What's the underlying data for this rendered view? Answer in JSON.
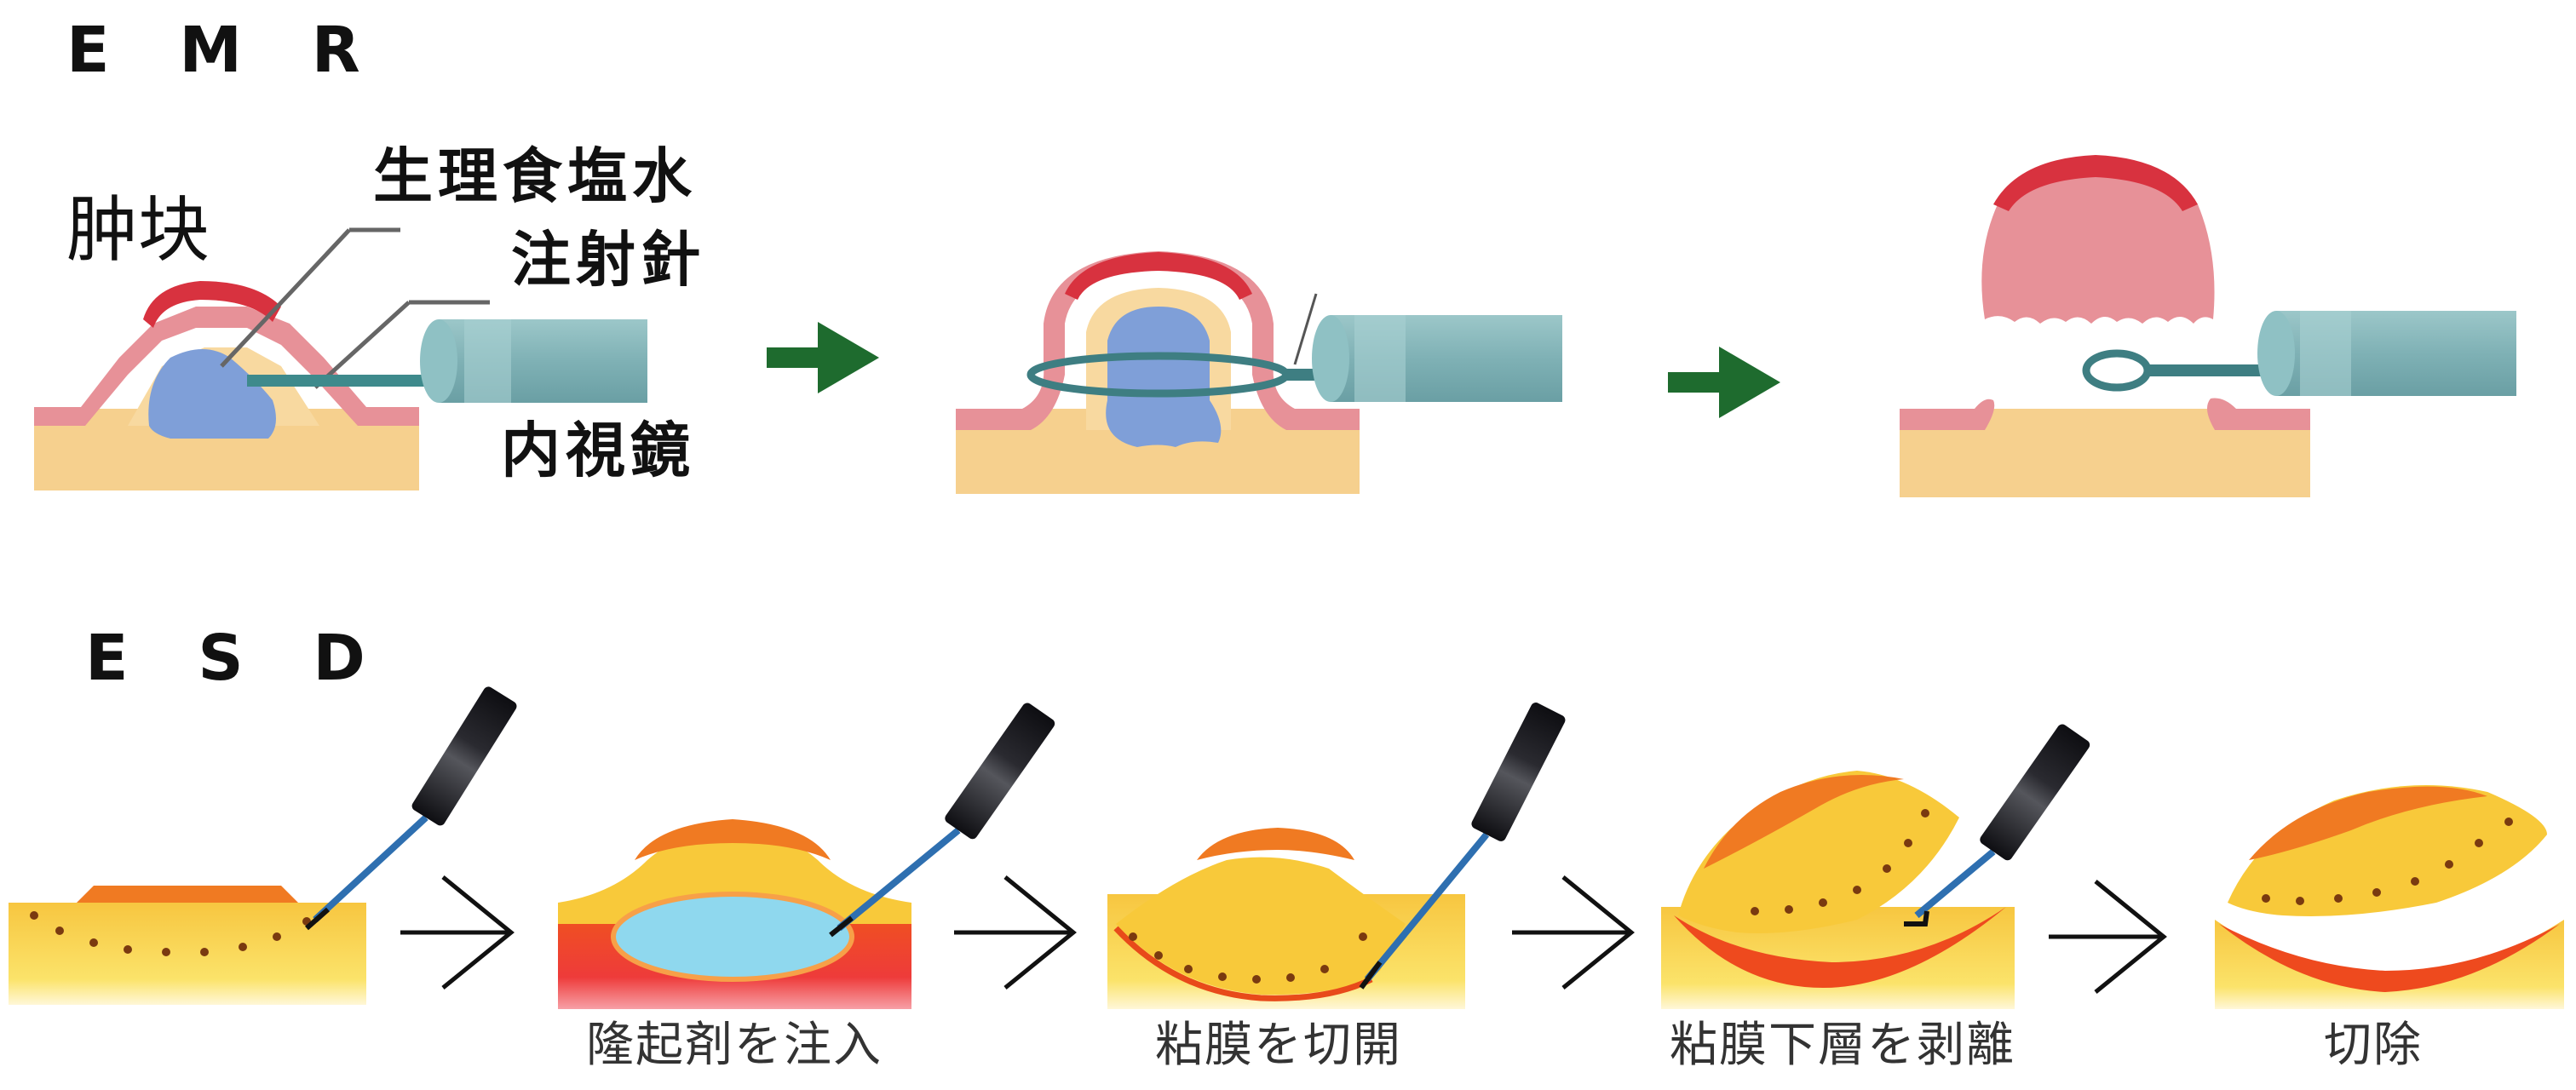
{
  "emr": {
    "title": "E M R",
    "labels": {
      "tumor": "肿块",
      "saline": "生理食塩水",
      "needle": "注射針",
      "endoscope": "内視鏡"
    },
    "steps": [
      {
        "name": "injection",
        "label": ""
      },
      {
        "name": "snare",
        "label": ""
      },
      {
        "name": "resection",
        "label": ""
      }
    ],
    "arrow_color": "#1e6b2e"
  },
  "esd": {
    "title": "E S D",
    "steps": [
      {
        "name": "marking",
        "label": ""
      },
      {
        "name": "injection",
        "label": "隆起剤を注入"
      },
      {
        "name": "incision",
        "label": "粘膜を切開"
      },
      {
        "name": "dissection",
        "label": "粘膜下層を剥離"
      },
      {
        "name": "resection",
        "label": "切除"
      }
    ],
    "arrow_color": "#111111"
  },
  "colors": {
    "tumor_red": "#d8323f",
    "mucosa_pink": "#e79198",
    "submucosa_yellow": "#f6d08e",
    "saline_blue": "#7f9fd8",
    "scope_teal": "#7fb1b5",
    "esd_orange": "#f07a22",
    "esd_yellow": "#f8c93a",
    "esd_red": "#ee4a1e",
    "esd_fluid": "#8fd8ee",
    "knife_blue": "#2e6fb0",
    "scope_black": "#1b1b1f"
  }
}
